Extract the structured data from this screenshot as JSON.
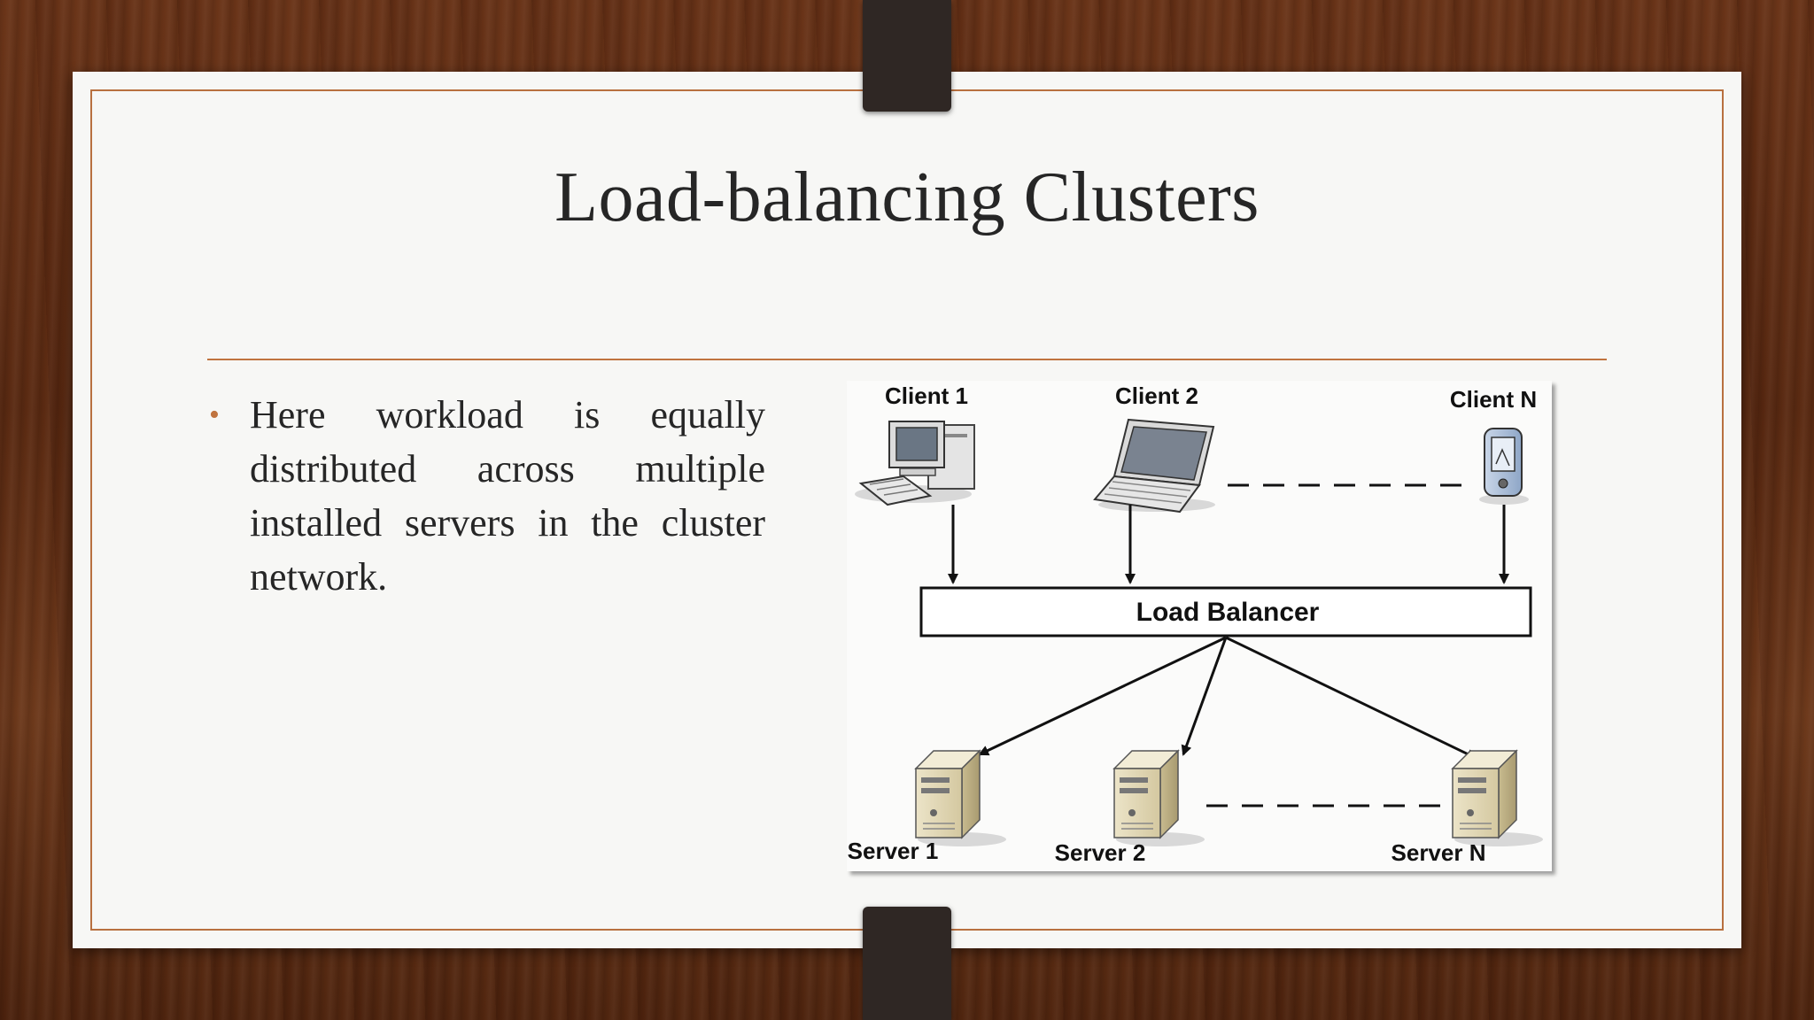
{
  "slide": {
    "title": "Load-balancing Clusters",
    "bullet": "Here workload is equally distributed across multiple installed servers in the cluster network."
  },
  "diagram": {
    "clients": [
      "Client 1",
      "Client 2",
      "Client N"
    ],
    "balancer": "Load Balancer",
    "servers": [
      "Server 1",
      "Server 2",
      "Server N"
    ]
  },
  "colors": {
    "accent": "#c0733f",
    "text": "#262626",
    "clip": "#2f2724"
  },
  "icons": {
    "client1": "desktop-computer-icon",
    "client2": "laptop-icon",
    "clientN": "pda-device-icon",
    "servers": "tower-server-icon"
  }
}
